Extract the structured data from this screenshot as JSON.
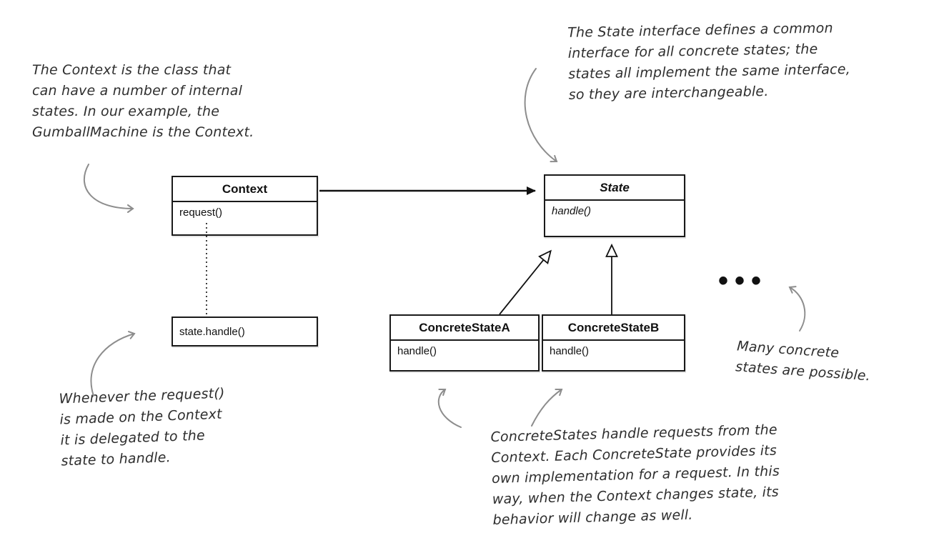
{
  "diagram": {
    "context": {
      "name": "Context",
      "method": "request()"
    },
    "state": {
      "name": "State",
      "method": "handle()"
    },
    "concrete_state_a": {
      "name": "ConcreteStateA",
      "method": "handle()"
    },
    "concrete_state_b": {
      "name": "ConcreteStateB",
      "method": "handle()"
    },
    "state_handle_box": {
      "label": "state.handle()"
    },
    "ellipsis": "•••"
  },
  "annotations": {
    "context_note": "The Context is the class that\ncan have a number of internal\nstates.  In our example, the\nGumballMachine is the Context.",
    "state_note": "The State interface defines a common\ninterface for all concrete states;  the\nstates all implement the same interface,\nso they are interchangeable.",
    "request_note": "Whenever the request()\nis made on the Context\nit is delegated to the\nstate to handle.",
    "many_states_note": "Many concrete\nstates are possible.",
    "concrete_note": "ConcreteStates handle requests from the\nContext. Each ConcreteState provides its\nown implementation for a request.  In this\nway, when the Context changes state, its\nbehavior will change as well."
  },
  "colors": {
    "ink": "#1a1a1a",
    "hand_ink": "#2e2e2e",
    "arrow_gray": "#8d8d8d"
  }
}
